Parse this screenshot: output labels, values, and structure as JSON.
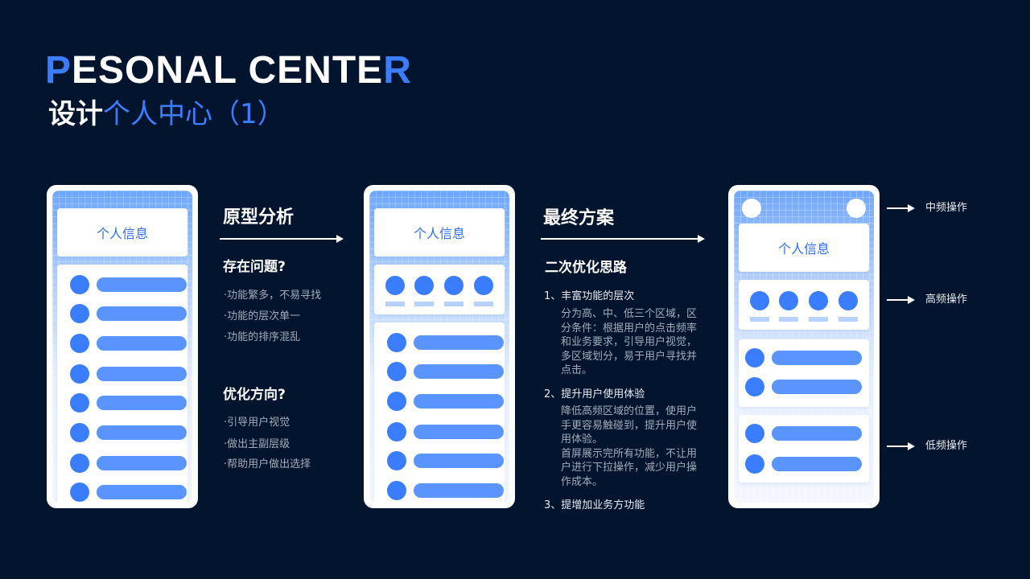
{
  "header": {
    "title_en_first": "P",
    "title_en_middle": "ESONAL CENTE",
    "title_en_last": "R",
    "title_cn_prefix": "设计",
    "title_cn_accent": "个人中心（1）"
  },
  "phones": {
    "info_label": "个人信息"
  },
  "analysis": {
    "heading": "原型分析",
    "problem_title": "存在问题?",
    "problems": [
      "·功能繁多，不易寻找",
      "·功能的层次单一",
      "·功能的排序混乱"
    ],
    "direction_title": "优化方向?",
    "directions": [
      "·引导用户视觉",
      "·做出主副层级",
      "·帮助用户做出选择"
    ]
  },
  "solution": {
    "heading": "最终方案",
    "idea_title": "二次优化思路",
    "steps": [
      {
        "head": "1、丰富功能的层次",
        "body": [
          "分为高、中、低三个区域，区",
          "分条件：根据用户的点击频率",
          "和业务要求，引导用户视觉，",
          "多区域划分，易于用户寻找并",
          "点击。"
        ]
      },
      {
        "head": "2、提升用户使用体验",
        "body": [
          "降低高频区域的位置，使用户",
          "手更容易触碰到，提升用户使",
          "用体验。",
          "首屏展示完所有功能，不让用",
          "户进行下拉操作，减少用户操",
          "作成本。"
        ]
      },
      {
        "head": "3、提增加业务方功能",
        "body": []
      }
    ]
  },
  "frequency_labels": {
    "mid": "中频操作",
    "high": "高频操作",
    "low": "低频操作"
  },
  "colors": {
    "background": "#02142e",
    "accent": "#3a7dff",
    "bar": "#5a95ff",
    "muted_text": "#a3acba"
  }
}
